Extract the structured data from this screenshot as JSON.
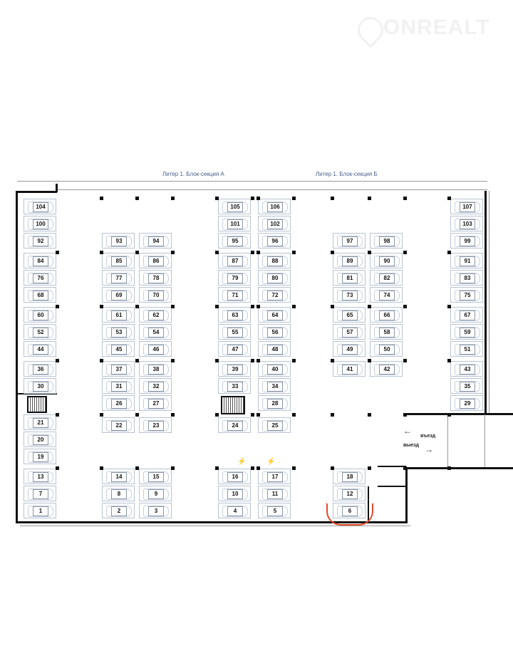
{
  "logo": {
    "text": "ONREALT"
  },
  "sections": {
    "a": "Литер 1. Блок-секция А",
    "b": "Литер 1. Блок-секция Б"
  },
  "traffic": {
    "entry": "въезд",
    "exit": "выезд",
    "entry_arrow": "←",
    "exit_arrow": "→"
  },
  "ev_icon": "ev-charger-icon",
  "ev_glyph": "⚡",
  "highlighted_spot": "6",
  "colors": {
    "highlight": "#e04a2a",
    "ev": "#1ea0c8",
    "section_label": "#4a5c8a"
  },
  "columns": [
    {
      "id": "A",
      "spots": [
        "104",
        "100",
        "92",
        "84",
        "76",
        "68",
        "60",
        "52",
        "44",
        "36",
        "30",
        "21",
        "20",
        "19",
        "13",
        "7",
        "1"
      ]
    },
    {
      "id": "B",
      "spots": [
        "93",
        "85",
        "77",
        "69",
        "61",
        "53",
        "45",
        "37",
        "31",
        "26",
        "22",
        "14",
        "8",
        "2"
      ]
    },
    {
      "id": "C",
      "spots": [
        "94",
        "86",
        "78",
        "70",
        "62",
        "54",
        "46",
        "38",
        "32",
        "27",
        "23",
        "15",
        "9",
        "3"
      ]
    },
    {
      "id": "D",
      "spots": [
        "105",
        "101",
        "95",
        "87",
        "79",
        "71",
        "63",
        "55",
        "47",
        "39",
        "33",
        "24",
        "16",
        "10",
        "4"
      ]
    },
    {
      "id": "E",
      "spots": [
        "106",
        "102",
        "96",
        "88",
        "80",
        "72",
        "64",
        "56",
        "48",
        "40",
        "34",
        "28",
        "25",
        "17",
        "11",
        "5"
      ]
    },
    {
      "id": "F",
      "spots": [
        "97",
        "89",
        "81",
        "73",
        "65",
        "57",
        "49",
        "41",
        "18",
        "12",
        "6"
      ]
    },
    {
      "id": "G",
      "spots": [
        "98",
        "90",
        "82",
        "74",
        "66",
        "58",
        "50",
        "42"
      ]
    },
    {
      "id": "H",
      "spots": [
        "107",
        "103",
        "99",
        "91",
        "83",
        "75",
        "67",
        "59",
        "51",
        "43",
        "35",
        "29"
      ]
    }
  ]
}
